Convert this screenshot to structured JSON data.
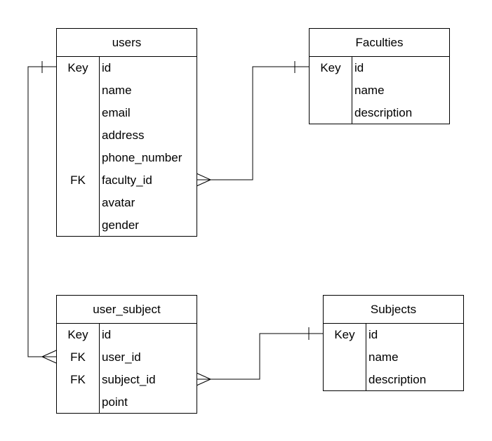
{
  "entities": {
    "users": {
      "title": "users",
      "rows": [
        {
          "key": "Key",
          "field": "id"
        },
        {
          "key": "",
          "field": "name"
        },
        {
          "key": "",
          "field": "email"
        },
        {
          "key": "",
          "field": "address"
        },
        {
          "key": "",
          "field": "phone_number"
        },
        {
          "key": "FK",
          "field": "faculty_id"
        },
        {
          "key": "",
          "field": "avatar"
        },
        {
          "key": "",
          "field": "gender"
        }
      ]
    },
    "faculties": {
      "title": "Faculties",
      "rows": [
        {
          "key": "Key",
          "field": "id"
        },
        {
          "key": "",
          "field": "name"
        },
        {
          "key": "",
          "field": "description"
        }
      ]
    },
    "user_subject": {
      "title": "user_subject",
      "rows": [
        {
          "key": "Key",
          "field": "id"
        },
        {
          "key": "FK",
          "field": "user_id"
        },
        {
          "key": "FK",
          "field": "subject_id"
        },
        {
          "key": "",
          "field": "point"
        }
      ]
    },
    "subjects": {
      "title": "Subjects",
      "rows": [
        {
          "key": "Key",
          "field": "id"
        },
        {
          "key": "",
          "field": "name"
        },
        {
          "key": "",
          "field": "description"
        }
      ]
    }
  },
  "relationships": [
    {
      "from": "users",
      "to": "faculties",
      "from_cardinality": "many",
      "to_cardinality": "one"
    },
    {
      "from": "user_subject",
      "to": "users",
      "from_cardinality": "many",
      "to_cardinality": "one"
    },
    {
      "from": "user_subject",
      "to": "subjects",
      "from_cardinality": "many",
      "to_cardinality": "one"
    }
  ]
}
